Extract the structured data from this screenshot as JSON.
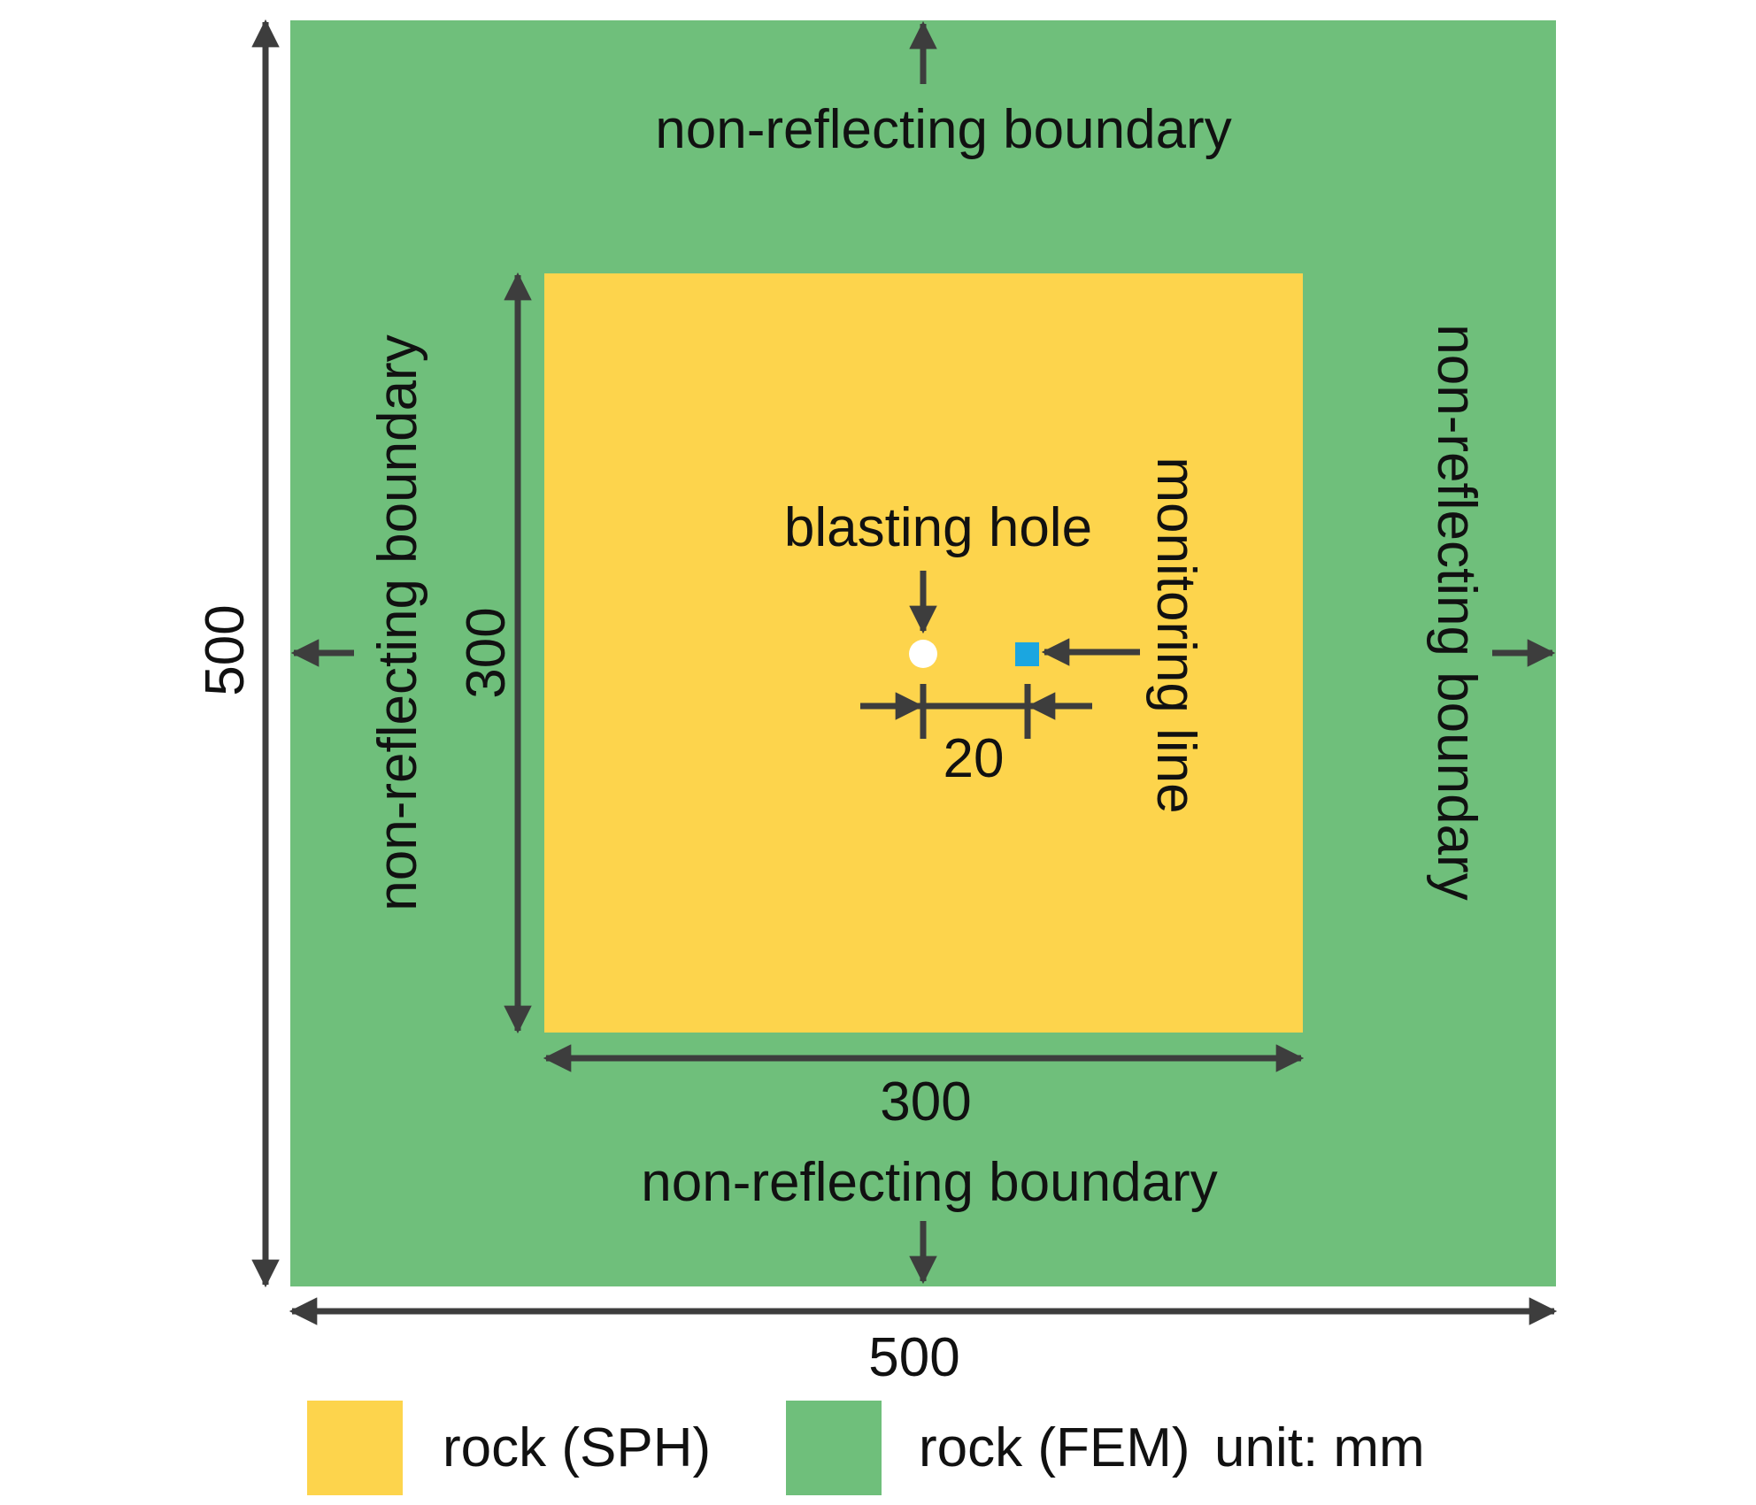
{
  "colors": {
    "fem": "#6fbf7b",
    "sph": "#fdd44c",
    "line": "#3d3d3d",
    "hole": "#ffffff",
    "monitor": "#1ba6e0"
  },
  "labels": {
    "boundary_top": "non-reflecting boundary",
    "boundary_bottom": "non-reflecting boundary",
    "boundary_left": "non-reflecting boundary",
    "boundary_right": "non-reflecting boundary",
    "blasting_hole": "blasting hole",
    "monitoring_line": "monitoring line"
  },
  "dimensions": {
    "outer_width": "500",
    "outer_height": "500",
    "inner_width": "300",
    "inner_height": "300",
    "spacing": "20"
  },
  "legend": {
    "sph_label": "rock (SPH)",
    "fem_label": "rock (FEM)",
    "unit": "unit: mm"
  }
}
